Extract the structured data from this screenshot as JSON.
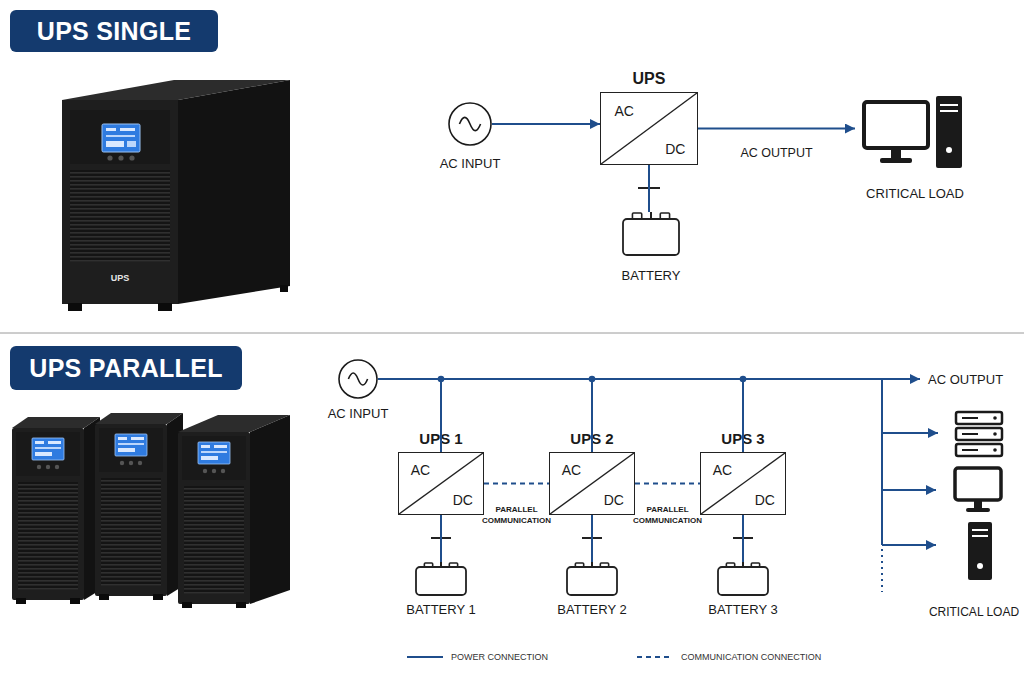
{
  "diagram": {
    "nodes": [
      {
        "text": [
          "UPS SINGLE"
        ]
      },
      {
        "text": [
          "AC INPUT"
        ]
      },
      {
        "text": [
          "UPS",
          "AC",
          "DC"
        ]
      },
      {
        "text": [
          "CRITICAL LOAD"
        ]
      },
      {
        "text": [
          "BATTERY"
        ]
      },
      {
        "text": [
          "UPS PARALLEL"
        ]
      },
      {
        "text": [
          "AC INPUT"
        ]
      },
      {
        "text": [
          "UPS 1",
          "AC",
          "DC"
        ]
      },
      {
        "text": [
          "UPS 2",
          "AC",
          "DC"
        ]
      },
      {
        "text": [
          "UPS 3",
          "AC",
          "DC"
        ]
      },
      {
        "text": [
          "BATTERY 1"
        ]
      },
      {
        "text": [
          "BATTERY 2"
        ]
      },
      {
        "text": [
          "BATTERY 3"
        ]
      },
      {
        "text": [
          "CRITICAL LOAD"
        ]
      }
    ],
    "edges": [
      {
        "from": 1,
        "to": 2,
        "arrow": "to"
      },
      {
        "from": 2,
        "to": 3,
        "label": "AC OUTPUT",
        "arrow": "to"
      },
      {
        "from": 2,
        "to": 4,
        "arrow": "none"
      },
      {
        "from": 6,
        "to": 7,
        "arrow": "none"
      },
      {
        "from": 6,
        "to": 8,
        "arrow": "none"
      },
      {
        "from": 6,
        "to": 9,
        "arrow": "none"
      },
      {
        "from": 6,
        "to": 13,
        "arrow": "to"
      },
      {
        "from": 7,
        "to": 8,
        "label": "PARALLEL COMMUNICATION",
        "arrow": "none"
      },
      {
        "from": 8,
        "to": 9,
        "label": "PARALLEL COMMUNICATION",
        "arrow": "none"
      },
      {
        "from": 7,
        "to": 10,
        "arrow": "none"
      },
      {
        "from": 8,
        "to": 11,
        "arrow": "none"
      },
      {
        "from": 9,
        "to": 12,
        "arrow": "none"
      }
    ],
    "labels": [
      "UPS",
      "AC OUTPUT"
    ],
    "legend": [
      {
        "text": "POWER CONNECTION"
      },
      {
        "text": "COMMUNICATION CONNECTION"
      }
    ]
  }
}
